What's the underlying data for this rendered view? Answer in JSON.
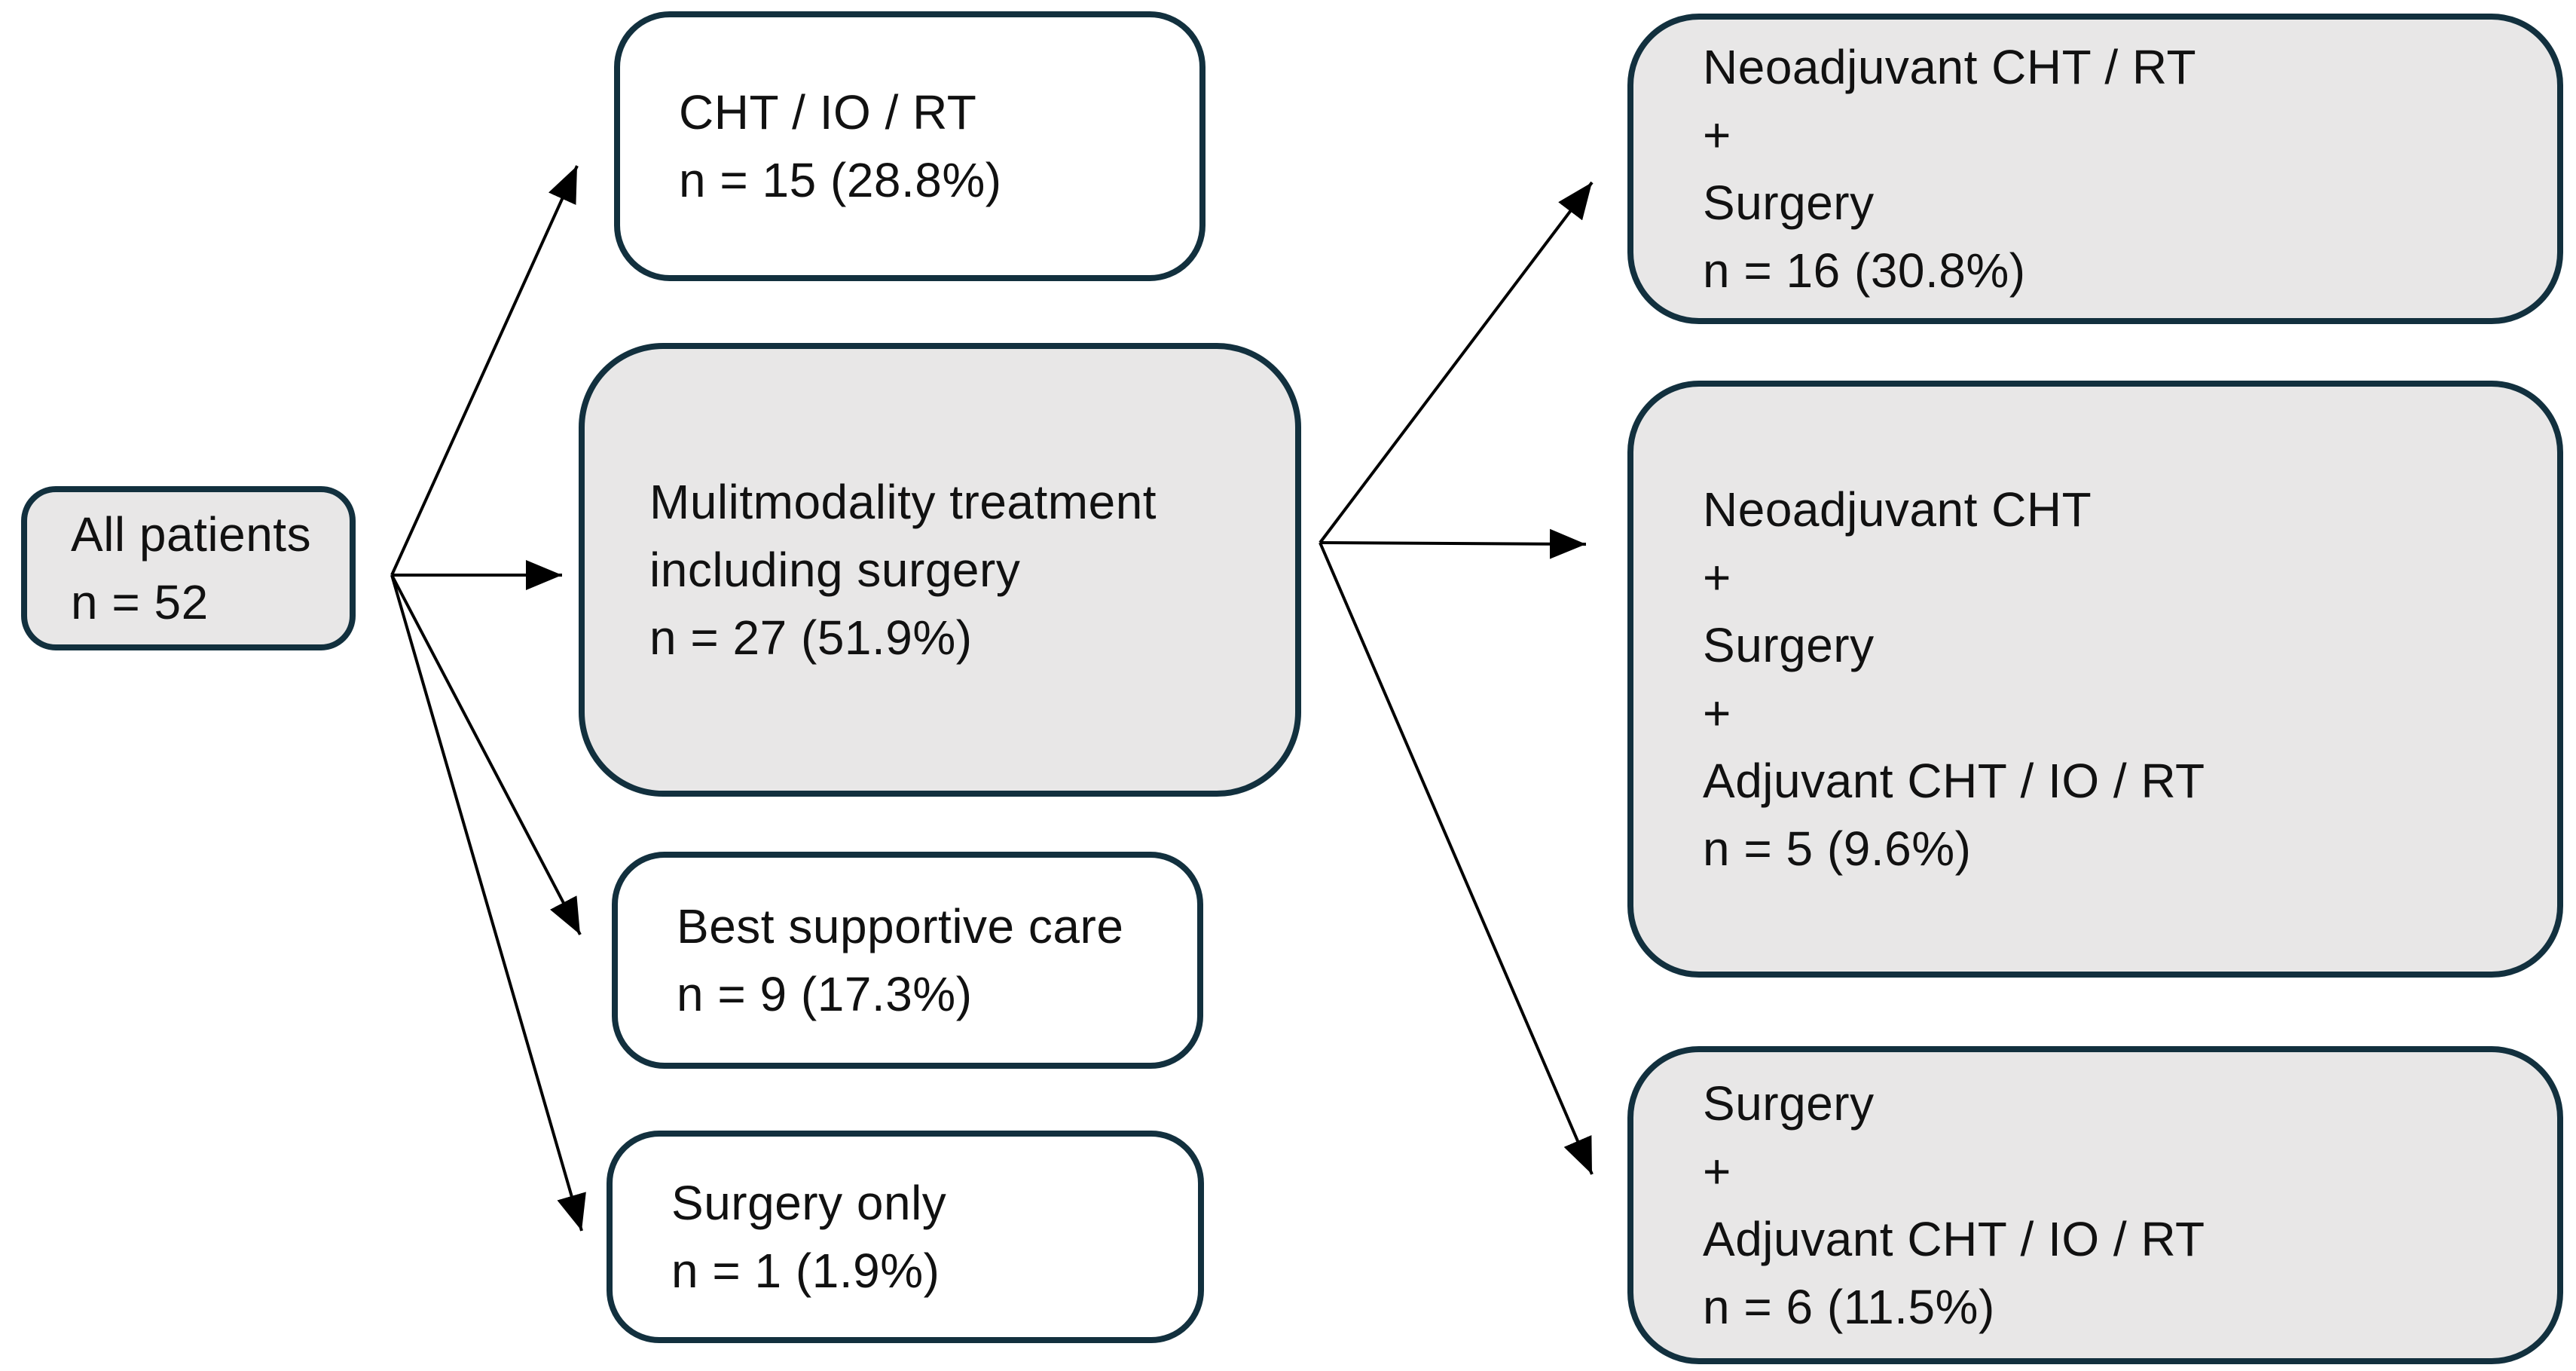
{
  "diagram": {
    "type": "flowchart",
    "colors": {
      "node_border": "#12303e",
      "node_fill_gray": "#e8e7e7",
      "node_fill_white": "#ffffff",
      "arrow": "#000000",
      "text": "#111111",
      "background": "#ffffff"
    },
    "nodes": {
      "all_patients": {
        "lines": [
          "All patients",
          "n = 52"
        ]
      },
      "cht_io_rt": {
        "lines": [
          "CHT / IO / RT",
          "n = 15 (28.8%)"
        ]
      },
      "multimodality": {
        "lines": [
          "Mulitmodality treatment",
          "including surgery",
          "n = 27 (51.9%)"
        ]
      },
      "best_supportive": {
        "lines": [
          "Best supportive care",
          "n = 9 (17.3%)"
        ]
      },
      "surgery_only": {
        "lines": [
          "Surgery only",
          "n = 1 (1.9%)"
        ]
      },
      "neo_cht_rt_surgery": {
        "lines": [
          "Neoadjuvant CHT / RT",
          "+",
          "Surgery",
          "n = 16 (30.8%)"
        ]
      },
      "neo_cht_surgery_adjuvant": {
        "lines": [
          "Neoadjuvant CHT",
          "+",
          "Surgery",
          "+",
          "Adjuvant CHT / IO / RT",
          "n = 5 (9.6%)"
        ]
      },
      "surgery_adjuvant": {
        "lines": [
          "Surgery",
          "+",
          "Adjuvant CHT / IO / RT",
          "n = 6 (11.5%)"
        ]
      }
    },
    "edges": [
      {
        "from": "all_patients",
        "to": "cht_io_rt"
      },
      {
        "from": "all_patients",
        "to": "multimodality"
      },
      {
        "from": "all_patients",
        "to": "best_supportive"
      },
      {
        "from": "all_patients",
        "to": "surgery_only"
      },
      {
        "from": "multimodality",
        "to": "neo_cht_rt_surgery"
      },
      {
        "from": "multimodality",
        "to": "neo_cht_surgery_adjuvant"
      },
      {
        "from": "multimodality",
        "to": "surgery_adjuvant"
      }
    ]
  }
}
